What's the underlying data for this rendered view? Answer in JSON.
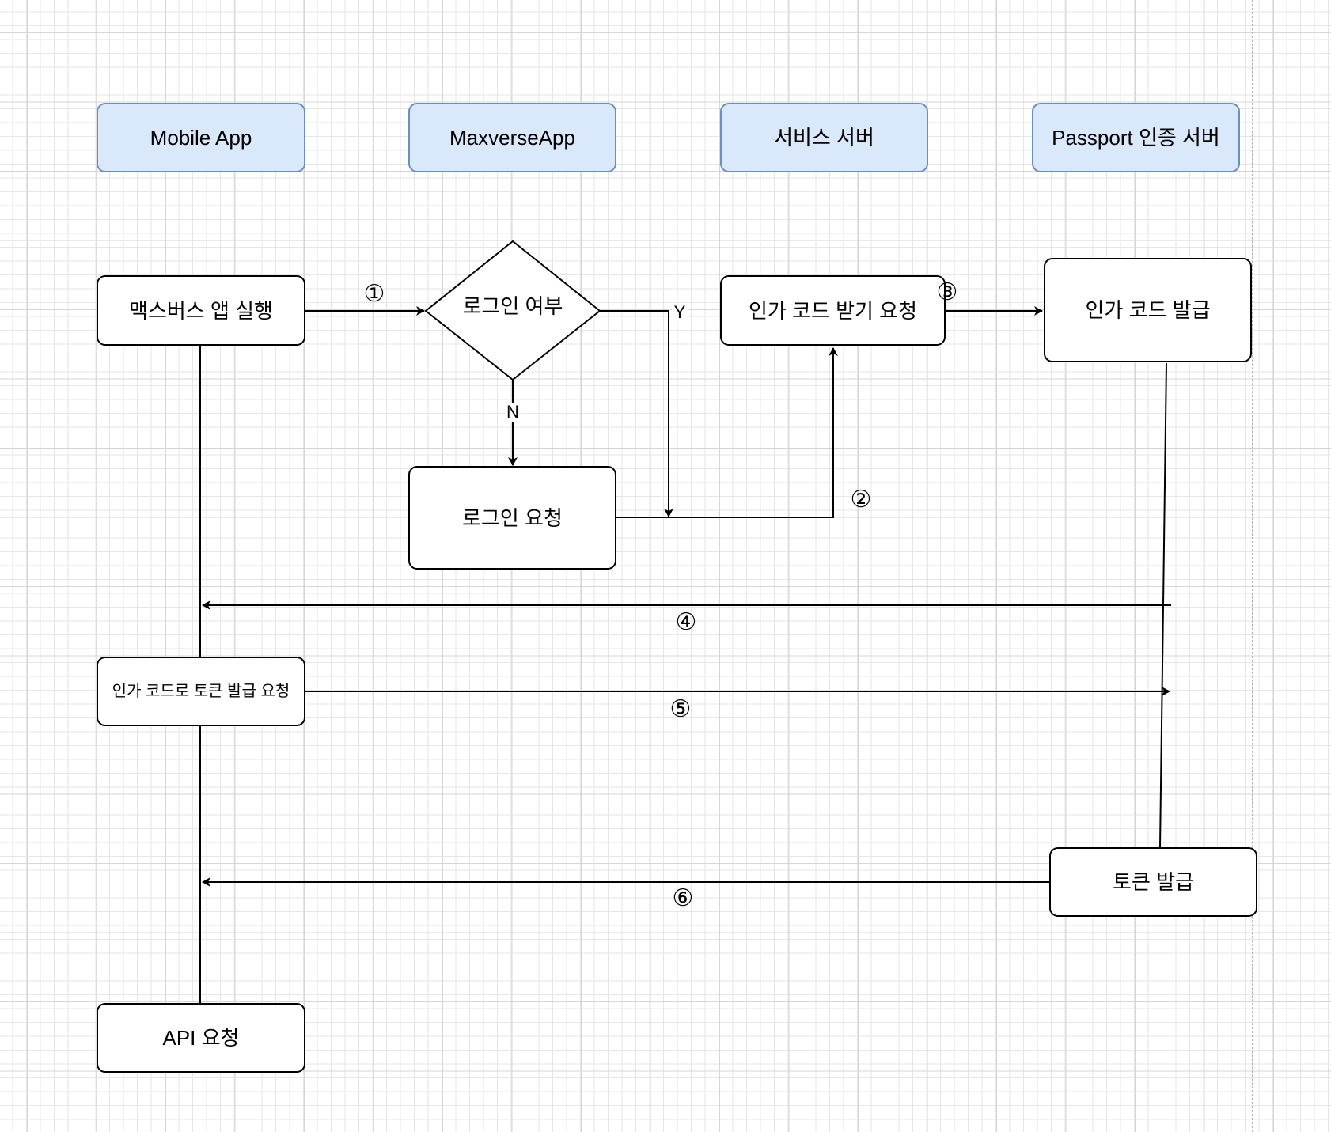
{
  "lanes": [
    {
      "id": "mobile-app",
      "label": "Mobile App"
    },
    {
      "id": "maxverse-app",
      "label": "MaxverseApp"
    },
    {
      "id": "service-server",
      "label": "서비스 서버"
    },
    {
      "id": "passport-server",
      "label": "Passport 인증 서버"
    }
  ],
  "nodes": {
    "launch_app": "맥스버스 앱 실행",
    "login_check": "로그인 여부",
    "login_request": "로그인 요청",
    "auth_code_request": "인가 코드 받기 요청",
    "auth_code_issue": "인가 코드 발급",
    "token_request": "인가 코드로 토큰 발급 요청",
    "token_issue": "토큰 발급",
    "api_request": "API 요청"
  },
  "branches": {
    "yes": "Y",
    "no": "N"
  },
  "steps": [
    "①",
    "②",
    "③",
    "④",
    "⑤",
    "⑥"
  ],
  "colors": {
    "lane_fill": "#dae8fc",
    "lane_stroke": "#6c8ebf",
    "node_stroke": "#000000",
    "edge": "#000000"
  }
}
